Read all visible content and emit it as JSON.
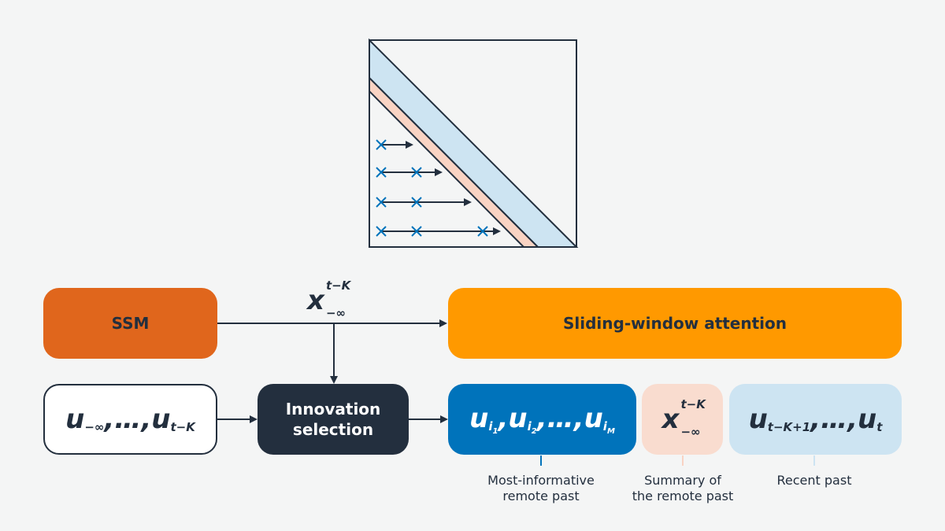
{
  "colors": {
    "dark": "#232f3e",
    "ssm": "#e0661c",
    "swa": "#ff9900",
    "selected": "#0073bb",
    "summary": "#f9dccf",
    "recent": "#cde4f2",
    "band_blue": "#cde4f2",
    "band_pink": "#f9d3c3",
    "marker": "#0073bb"
  },
  "boxes": {
    "ssm": "SSM",
    "swa": "Sliding-window attention",
    "innovation_line1": "Innovation",
    "innovation_line2": "selection"
  },
  "math": {
    "u": "u",
    "x": "x",
    "sep": ",",
    "ellipsis": "…",
    "neg_inf": "−∞",
    "t_minus_k": "t−K",
    "t_minus_k_plus_1": "t−K+1",
    "t": "t",
    "i1_base": "i",
    "i1_sub": "1",
    "i2_base": "i",
    "i2_sub": "2",
    "iM_base": "i",
    "iM_sub": "M"
  },
  "captions": {
    "informative_line1": "Most-informative",
    "informative_line2": "remote past",
    "summary_line1": "Summary of",
    "summary_line2": "the remote past",
    "recent": "Recent past"
  }
}
